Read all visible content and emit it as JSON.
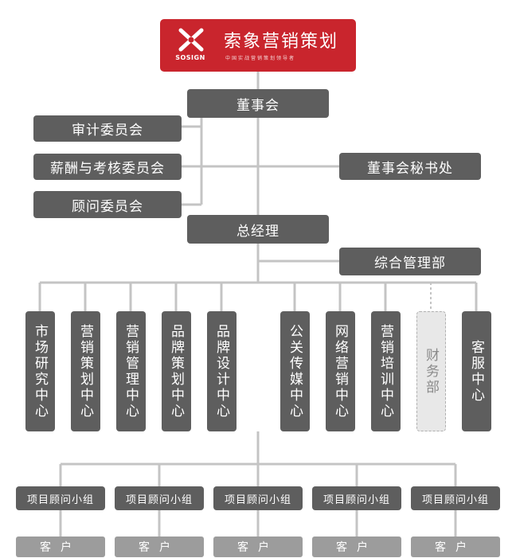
{
  "logo": {
    "brand": "SOSIGN",
    "name_cn": "索象营销策划",
    "tagline": "中国实战营销策划领导者"
  },
  "board": "董事会",
  "committees": [
    "审计委员会",
    "薪酬与考核委员会",
    "顾问委员会"
  ],
  "board_secretary": "董事会秘书处",
  "general_manager": "总经理",
  "admin_dept": "综合管理部",
  "departments": [
    "市场研究中心",
    "营销策划中心",
    "营销管理中心",
    "品牌策划中心",
    "品牌设计中心",
    "公关传媒中心",
    "网络营销中心",
    "营销培训中心",
    "财务部",
    "客服中心"
  ],
  "project_groups": [
    "项目顾问小组",
    "项目顾问小组",
    "项目顾问小组",
    "项目顾问小组",
    "项目顾问小组"
  ],
  "customers": [
    "客户",
    "客户",
    "客户",
    "客户",
    "客户"
  ],
  "colors": {
    "box": "#5e5e5e",
    "line": "#c4c4c4",
    "logo_red": "#c9252d",
    "customer": "#9c9c9c"
  }
}
